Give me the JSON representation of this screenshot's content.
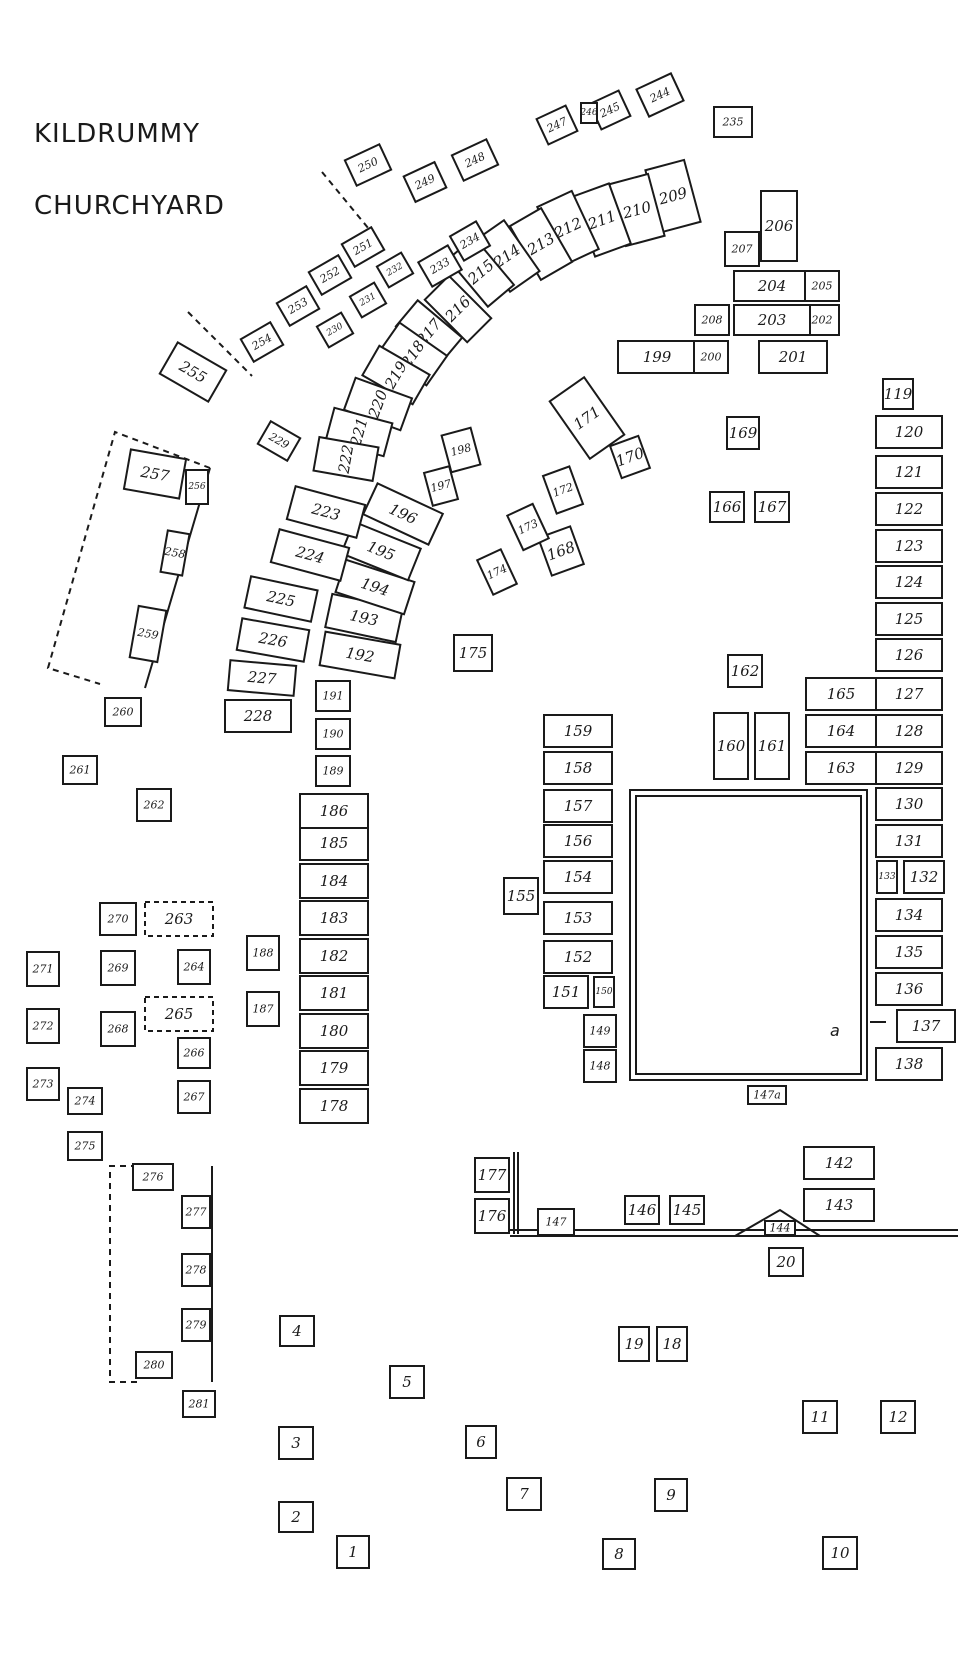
{
  "title_line1": "KILDRUMMY",
  "title_line2": "CHURCHYARD",
  "label_137a": "a",
  "plots": [
    "1",
    "2",
    "3",
    "4",
    "5",
    "6",
    "7",
    "8",
    "9",
    "10",
    "11",
    "12",
    "18",
    "19",
    "20",
    "119",
    "120",
    "121",
    "122",
    "123",
    "124",
    "125",
    "126",
    "127",
    "128",
    "129",
    "130",
    "131",
    "132",
    "133",
    "134",
    "135",
    "136",
    "137",
    "138",
    "142",
    "143",
    "144",
    "145",
    "146",
    "147",
    "147a",
    "148",
    "149",
    "150",
    "151",
    "152",
    "153",
    "154",
    "155",
    "156",
    "157",
    "158",
    "159",
    "160",
    "161",
    "162",
    "163",
    "164",
    "165",
    "166",
    "167",
    "168",
    "169",
    "170",
    "171",
    "172",
    "173",
    "174",
    "175",
    "176",
    "177",
    "178",
    "179",
    "180",
    "181",
    "182",
    "183",
    "184",
    "185",
    "186",
    "187",
    "188",
    "189",
    "190",
    "191",
    "192",
    "193",
    "194",
    "195",
    "196",
    "197",
    "198",
    "199",
    "200",
    "201",
    "202",
    "203",
    "204",
    "205",
    "206",
    "207",
    "208",
    "209",
    "210",
    "211",
    "212",
    "213",
    "214",
    "215",
    "216",
    "217",
    "218",
    "219",
    "220",
    "221",
    "222",
    "223",
    "224",
    "225",
    "226",
    "227",
    "228",
    "229",
    "230",
    "231",
    "232",
    "233",
    "234",
    "235",
    "244",
    "245",
    "246",
    "247",
    "248",
    "249",
    "250",
    "251",
    "252",
    "253",
    "254",
    "255",
    "256",
    "257",
    "258",
    "259",
    "260",
    "261",
    "262",
    "263",
    "264",
    "265",
    "266",
    "267",
    "268",
    "269",
    "270",
    "271",
    "272",
    "273",
    "274",
    "275",
    "276",
    "277",
    "278",
    "279",
    "280",
    "281"
  ]
}
